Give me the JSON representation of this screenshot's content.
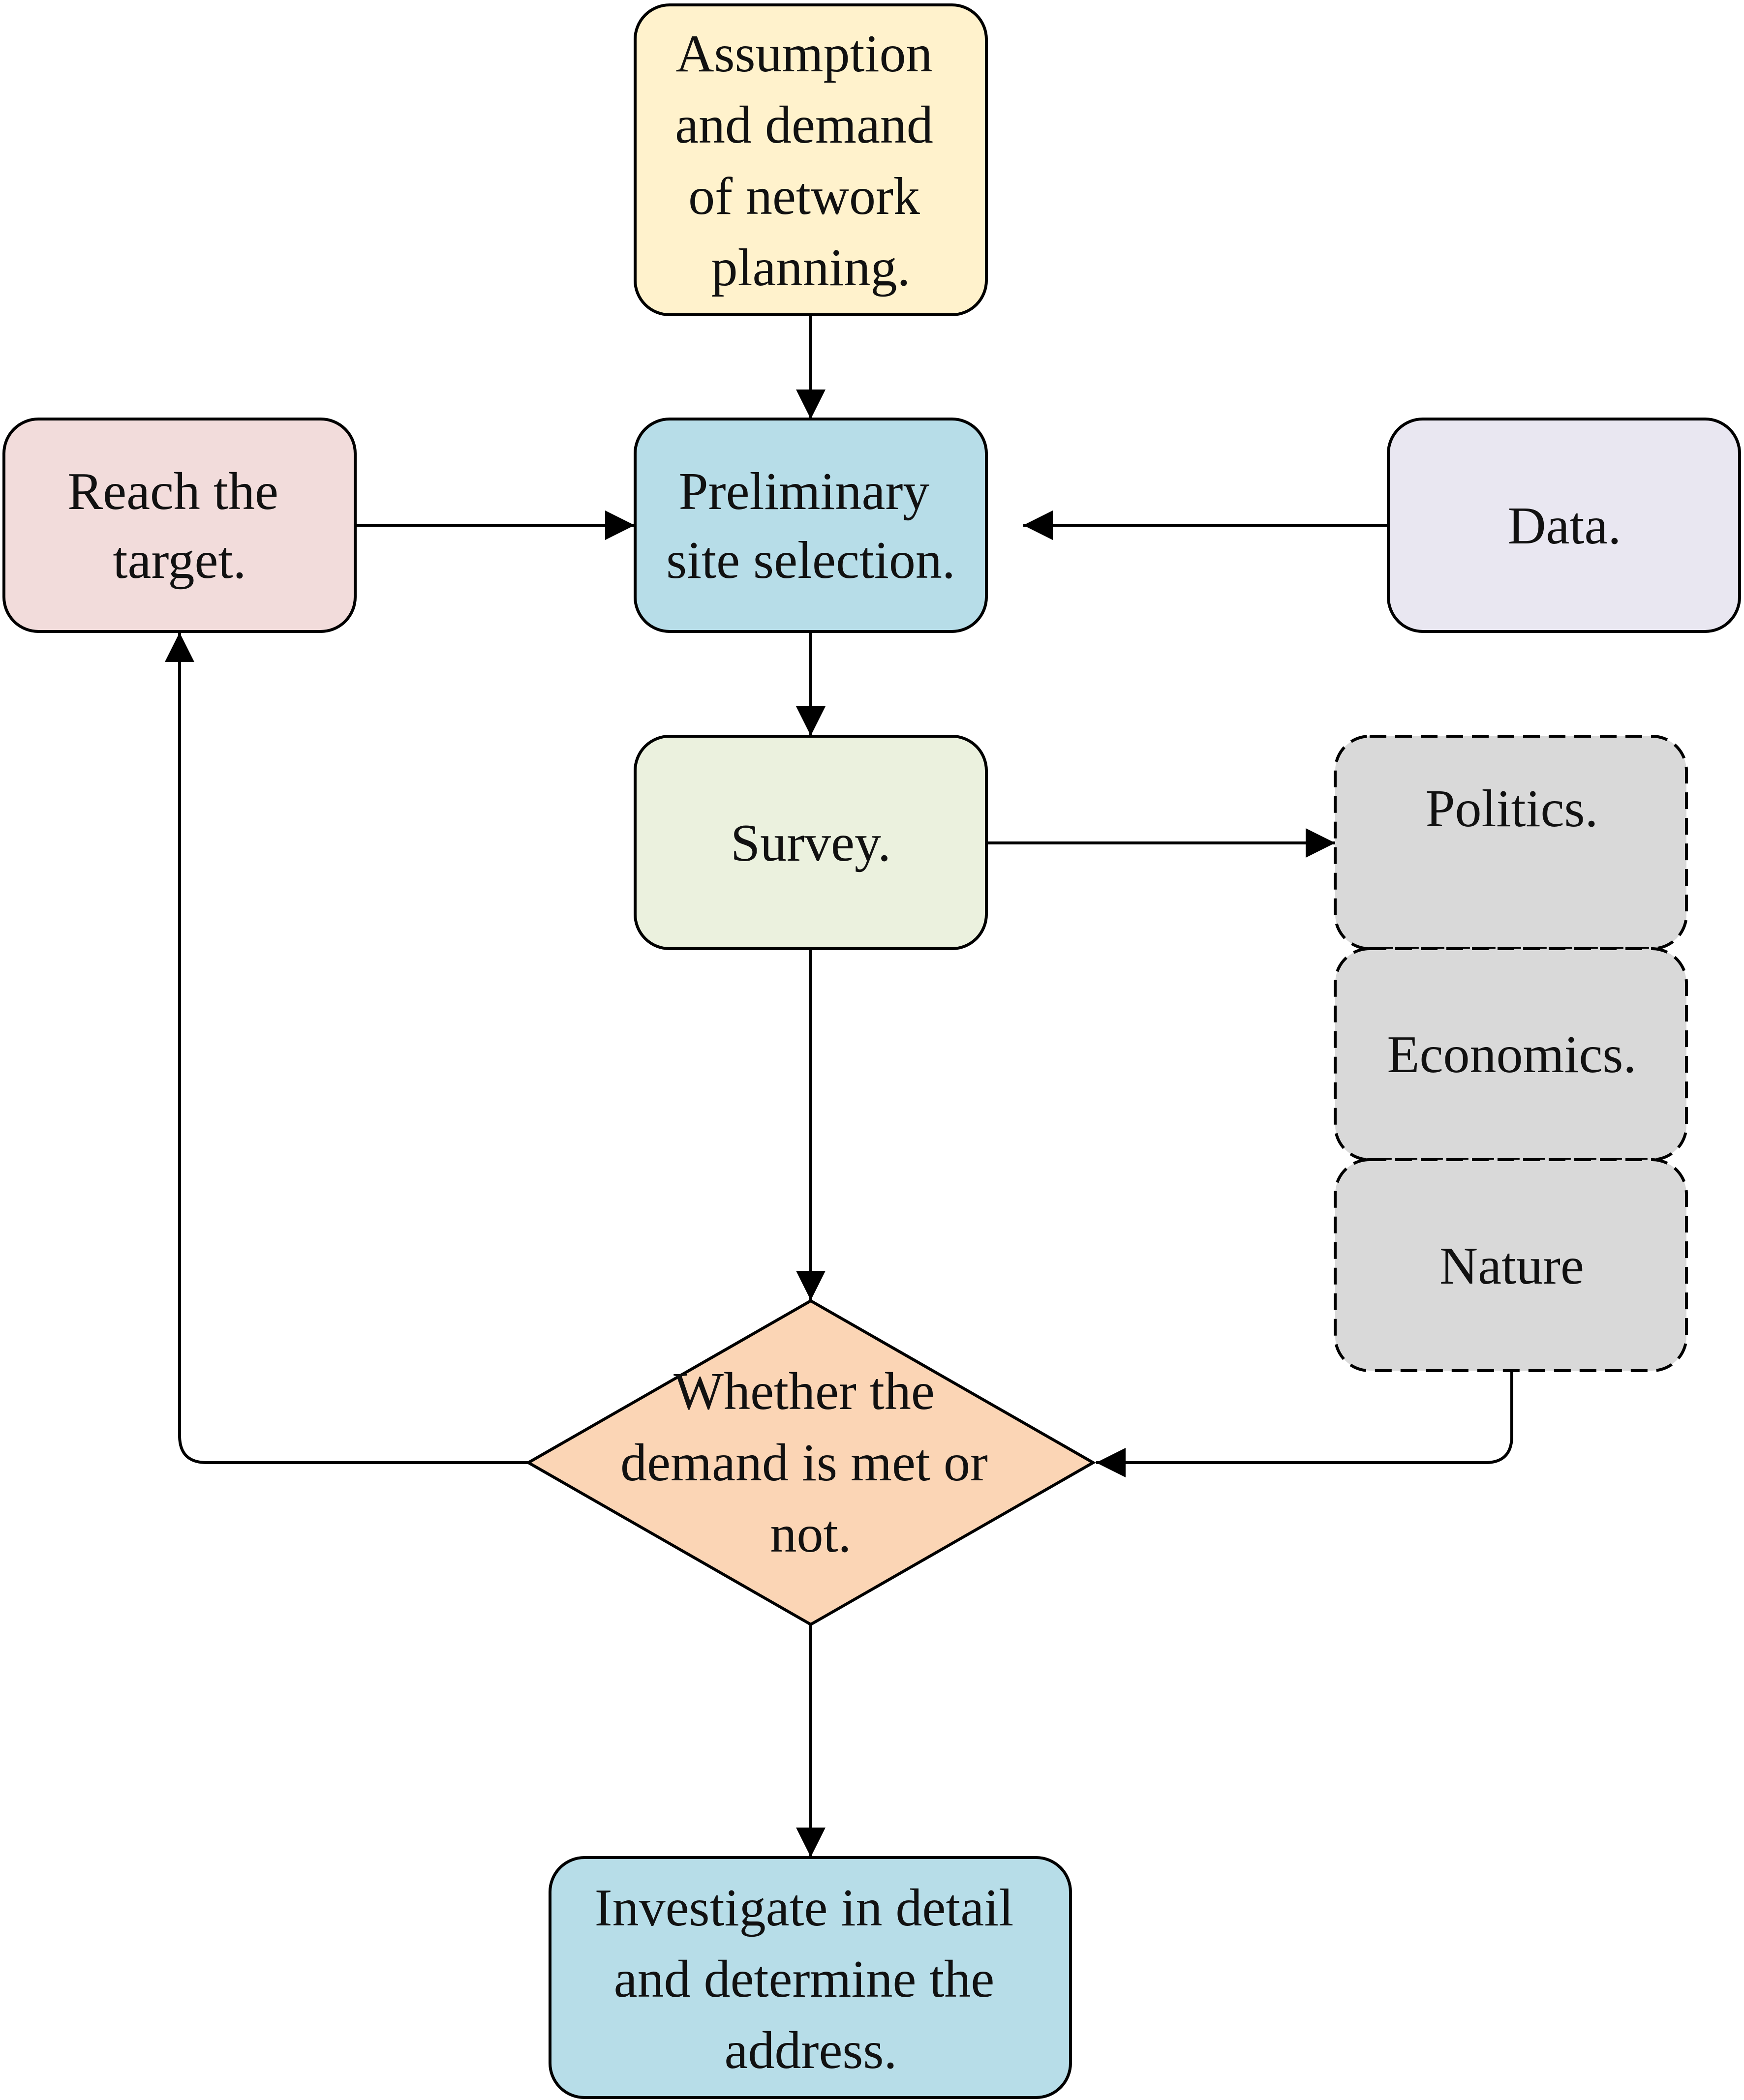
{
  "nodes": {
    "assumption": {
      "lines": [
        "Assumption",
        "and demand",
        "of network",
        "planning."
      ],
      "fill": "#fff2cc"
    },
    "reach": {
      "lines": [
        "Reach the",
        "target."
      ],
      "fill": "#f2dcdb"
    },
    "preliminary": {
      "lines": [
        "Preliminary",
        "site selection."
      ],
      "fill": "#b7dde8"
    },
    "data": {
      "lines": [
        "Data."
      ],
      "fill": "#e9e7f1"
    },
    "survey": {
      "lines": [
        "Survey."
      ],
      "fill": "#ebf1de"
    },
    "politics": {
      "lines": [
        "Politics."
      ],
      "fill": "#d9d9d9"
    },
    "economics": {
      "lines": [
        "Economics."
      ],
      "fill": "#d9d9d9"
    },
    "nature": {
      "lines": [
        "Nature"
      ],
      "fill": "#d9d9d9"
    },
    "decision": {
      "lines": [
        "Whether the",
        "demand is met or",
        "not."
      ],
      "fill": "#fbd5b5"
    },
    "investigate": {
      "lines": [
        "Investigate in detail",
        "and determine the",
        "address."
      ],
      "fill": "#b7dde8"
    }
  },
  "colors": {
    "stroke": "#000000",
    "text": "#111111"
  }
}
